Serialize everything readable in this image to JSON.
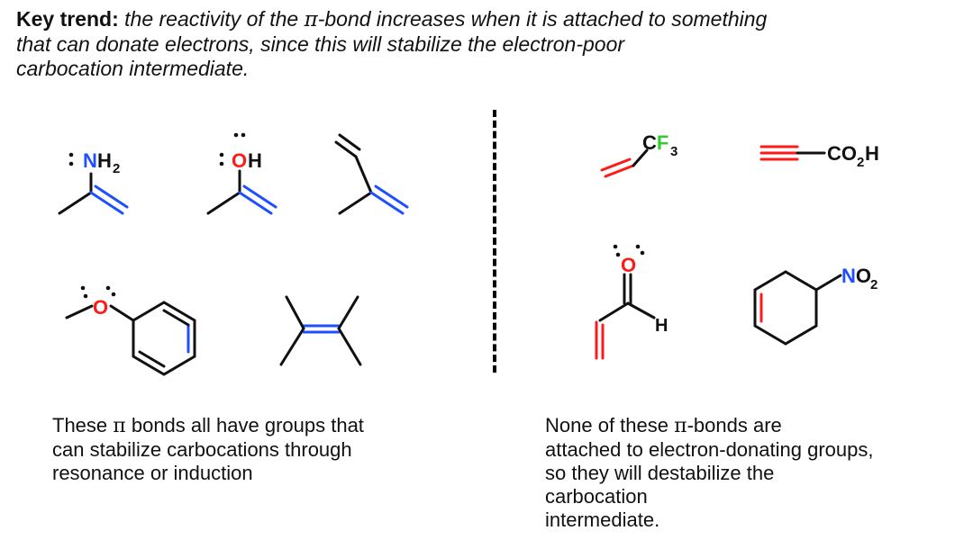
{
  "header": {
    "label": "Key trend:",
    "part1": " the reactivity of the ",
    "pi": "π",
    "part2": "-bond increases when it is attached to something",
    "line2": "that can donate electrons, since this will stabilize the electron-poor",
    "line3": "carbocation intermediate."
  },
  "left_caption": {
    "line1_pre": "These ",
    "pi": "π",
    "line1_post": " bonds all have groups that",
    "line2": "can stabilize carbocations through",
    "line3": "resonance or induction"
  },
  "right_caption": {
    "line1_pre": "None of these ",
    "pi": "π",
    "line1_post": "-bonds are",
    "line2": "attached to electron-donating groups,",
    "line3": "so they will destabilize the",
    "line4": "carbocation",
    "line5": "intermediate."
  },
  "labels": {
    "nh2_N": "N",
    "nh2_H": "H",
    "nh2_sub": "2",
    "oh_O": "O",
    "oh_H": "H",
    "ether_O": "O",
    "cf3_CF": "CF",
    "cf3_sub": "3",
    "co2h_CO": "CO",
    "co2h_sub": "2",
    "co2h_H": "H",
    "ald_O": "O",
    "ald_H": "H",
    "no2_N": "NO",
    "no2_sub": "2"
  },
  "colors": {
    "text": "#111111",
    "donor_pi_bond": "#1f4fff",
    "acceptor_pi_bond": "#ff1a1a",
    "oxygen": "#ff1a1a",
    "nitrogen": "#1f4fff",
    "fluorine": "#33cc33",
    "bond": "#111111"
  }
}
